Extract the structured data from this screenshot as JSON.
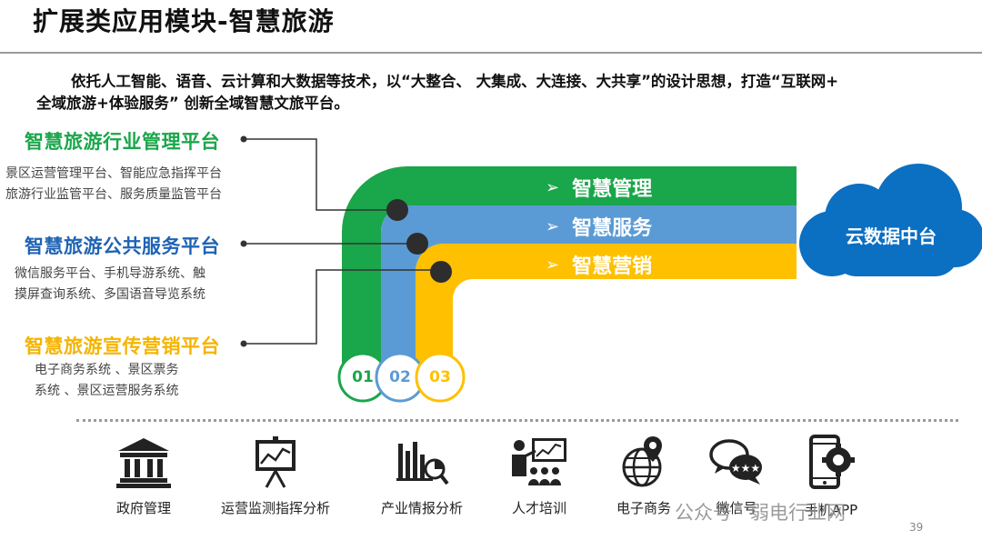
{
  "title": "扩展类应用模块-智慧旅游",
  "intro": {
    "line1": "依托人工智能、语音、云计算和大数据等技术，以“大整合、 大集成、大连接、大共享”的设计思想，打造“互联网+",
    "line2": "全域旅游+体验服务” 创新全域智慧文旅平台。"
  },
  "platforms": [
    {
      "title": "智慧旅游行业管理平台",
      "color": "#1aa64a",
      "desc1": "景区运营管理平台、智能应急指挥平台",
      "desc2": "旅游行业监管平台、服务质量监管平台"
    },
    {
      "title": "智慧旅游公共服务平台",
      "color": "#1f63b4",
      "desc1": "微信服务平台、手机导游系统、触",
      "desc2": "摸屏查询系统、多国语音导览系统"
    },
    {
      "title": "智慧旅游宣传营销平台",
      "color": "#f5b400",
      "desc1": "电子商务系统 、景区票务",
      "desc2": "系统 、景区运营服务系统"
    }
  ],
  "bands": [
    {
      "arrow": "➢",
      "label": "智慧管理",
      "color": "#1aa64a",
      "number": "01"
    },
    {
      "arrow": "➢",
      "label": "智慧服务",
      "color": "#5b9bd5",
      "number": "02"
    },
    {
      "arrow": "➢",
      "label": "智慧营销",
      "color": "#ffc000",
      "number": "03"
    }
  ],
  "cloud": {
    "label": "云数据中台",
    "color": "#0b6fc2"
  },
  "icons": [
    {
      "name": "government-icon",
      "label": "政府管理"
    },
    {
      "name": "monitor-chart-board-icon",
      "label": "运营监测指挥分析"
    },
    {
      "name": "bar-chart-magnifier-icon",
      "label": "产业情报分析"
    },
    {
      "name": "training-presentation-icon",
      "label": "人才培训"
    },
    {
      "name": "globe-location-icon",
      "label": "电子商务"
    },
    {
      "name": "chat-bubbles-icon",
      "label": "微信号"
    },
    {
      "name": "phone-gear-icon",
      "label": "手机APP"
    }
  ],
  "watermark": "公众号 · 弱电行业网",
  "page_number": "39"
}
